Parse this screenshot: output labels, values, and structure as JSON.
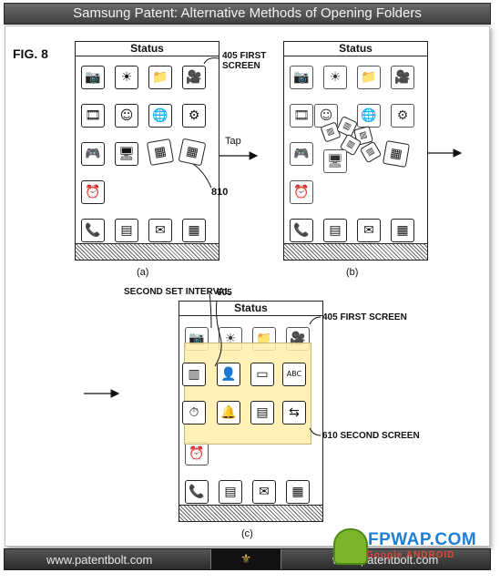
{
  "header": {
    "title": "Samsung Patent: Alternative Methods of Opening Folders"
  },
  "figure": {
    "label": "FIG. 8",
    "status_label": "Status",
    "tap_label": "Tap",
    "captions": {
      "a": "(a)",
      "b": "(b)",
      "c": "(c)"
    },
    "annotations": {
      "first_screen_a": "405 FIRST\nSCREEN",
      "ref_810": "810",
      "second_set_interval": "SECOND SET INTERVAL",
      "ref_605": "605",
      "first_screen_c": "405 FIRST SCREEN",
      "second_screen": "610 SECOND SCREEN"
    },
    "icons": {
      "camera": "📷",
      "sun": "☀",
      "folder": "📁",
      "video": "🎥",
      "film": "🎞",
      "face": "☺",
      "globe": "🌐",
      "gear": "⚙",
      "game": "🎮",
      "monitor": "🖥",
      "alarm": "⏰",
      "phone": "📞",
      "notes": "▤",
      "mail": "✉",
      "grid": "▦",
      "tablet": "▥",
      "contact": "👤",
      "card": "▭",
      "abc": "ABC",
      "timer": "⏱",
      "bell": "🔔",
      "doc": "▤",
      "swap": "⇆"
    }
  },
  "footer": {
    "left": "www.patentbolt.com",
    "right": "www.patentbolt.com",
    "logo": "⚜"
  },
  "watermark": {
    "site": "FPWAP.COM",
    "tag": "Google ANDROID"
  }
}
